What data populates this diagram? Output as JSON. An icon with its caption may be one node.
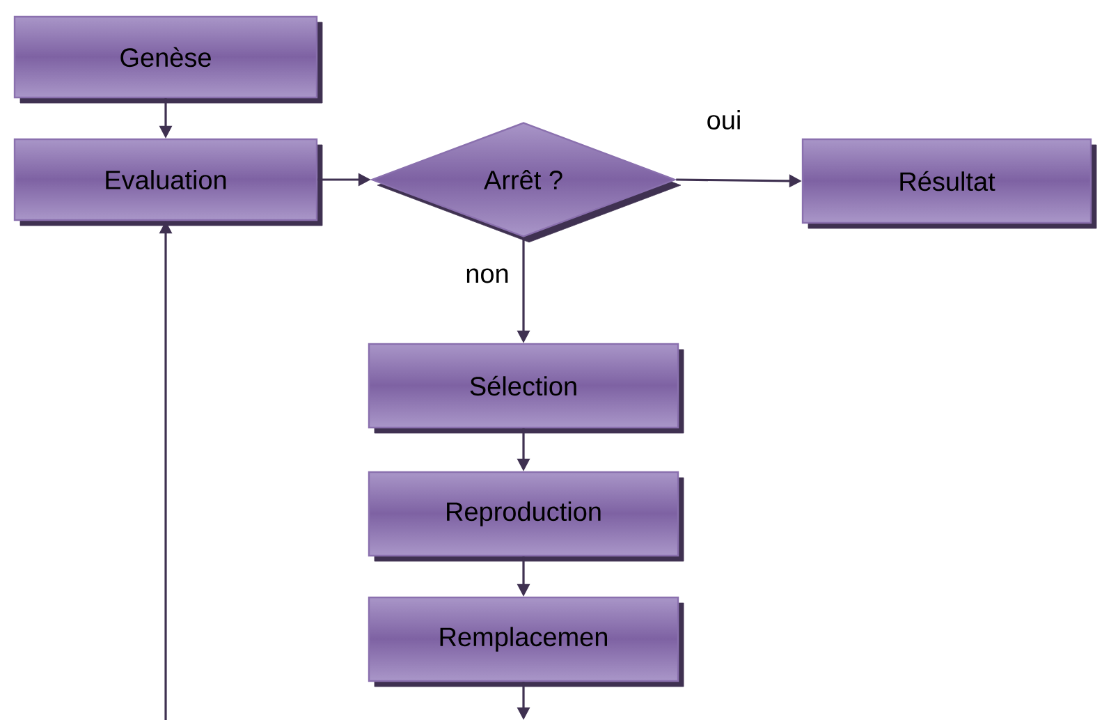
{
  "diagram": {
    "nodes": [
      {
        "text": [
          "Genèse"
        ]
      },
      {
        "text": [
          "Evaluation"
        ]
      },
      {
        "text": [
          "Arrêt ?"
        ]
      },
      {
        "text": [
          "Résultat"
        ]
      },
      {
        "text": [
          "Sélection"
        ]
      },
      {
        "text": [
          "Reproduction"
        ]
      },
      {
        "text": [
          "Remplacemen"
        ]
      }
    ],
    "edges": [
      {
        "from": 0,
        "to": 1,
        "arrow": "to"
      },
      {
        "from": 1,
        "to": 2,
        "arrow": "to"
      },
      {
        "from": 2,
        "to": 3,
        "arrow": "to",
        "label": "oui"
      },
      {
        "from": 2,
        "to": 4,
        "arrow": "to",
        "label": "non"
      },
      {
        "from": 4,
        "to": 5,
        "arrow": "to"
      },
      {
        "from": 5,
        "to": 6,
        "arrow": "to"
      },
      {
        "from": 6,
        "to": null,
        "arrow": "to"
      },
      {
        "from": null,
        "to": 1,
        "arrow": "to"
      }
    ]
  }
}
